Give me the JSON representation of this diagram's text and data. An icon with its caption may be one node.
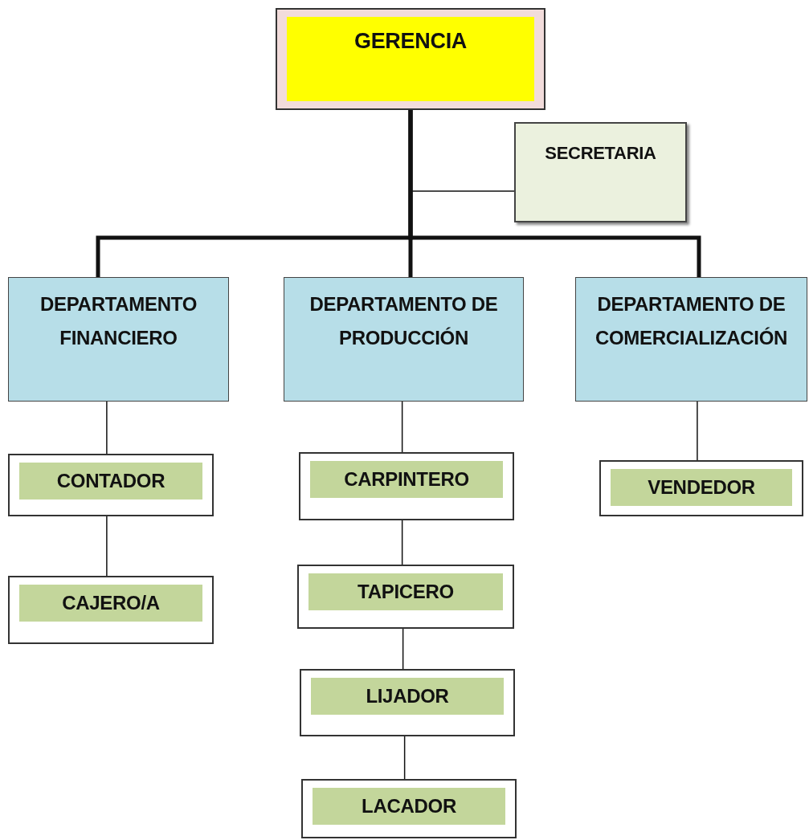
{
  "diagram": {
    "nodes": [
      {
        "text": [
          "GERENCIA"
        ]
      },
      {
        "text": [
          "SECRETARIA"
        ]
      },
      {
        "text": [
          "DEPARTAMENTO FINANCIERO"
        ]
      },
      {
        "text": [
          "DEPARTAMENTO DE PRODUCCIÓN"
        ]
      },
      {
        "text": [
          "DEPARTAMENTO DE COMERCIALIZACIÓN"
        ]
      },
      {
        "text": [
          "CONTADOR"
        ]
      },
      {
        "text": [
          "CAJERO/A"
        ]
      },
      {
        "text": [
          "CARPINTERO"
        ]
      },
      {
        "text": [
          "TAPICERO"
        ]
      },
      {
        "text": [
          "LIJADOR"
        ]
      },
      {
        "text": [
          "LACADOR"
        ]
      },
      {
        "text": [
          "VENDEDOR"
        ]
      }
    ],
    "edges": [
      {
        "from": 0,
        "to": 1,
        "arrow": "none"
      },
      {
        "from": 0,
        "to": 2,
        "arrow": "none",
        "style": "thick"
      },
      {
        "from": 0,
        "to": 3,
        "arrow": "none",
        "style": "thick"
      },
      {
        "from": 0,
        "to": 4,
        "arrow": "none",
        "style": "thick"
      },
      {
        "from": 2,
        "to": 5,
        "arrow": "none"
      },
      {
        "from": 5,
        "to": 6,
        "arrow": "none"
      },
      {
        "from": 3,
        "to": 7,
        "arrow": "none"
      },
      {
        "from": 7,
        "to": 8,
        "arrow": "none"
      },
      {
        "from": 8,
        "to": 9,
        "arrow": "none"
      },
      {
        "from": 9,
        "to": 10,
        "arrow": "none"
      },
      {
        "from": 4,
        "to": 11,
        "arrow": "none"
      }
    ]
  }
}
